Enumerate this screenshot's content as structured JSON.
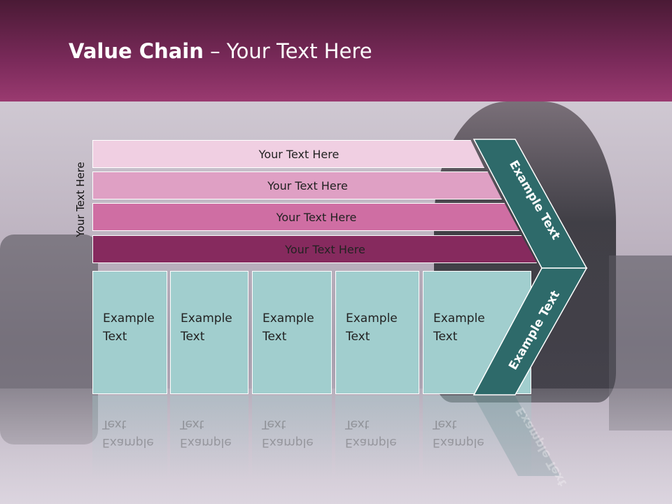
{
  "title": {
    "bold": "Value Chain",
    "rest": " – Your Text Here"
  },
  "side_label": "Your Text Here",
  "rows": [
    "Your Text Here",
    "Your Text Here",
    "Your Text Here",
    "Your Text Here"
  ],
  "boxes": [
    {
      "line1": "Example",
      "line2": "Text"
    },
    {
      "line1": "Example",
      "line2": "Text"
    },
    {
      "line1": "Example",
      "line2": "Text"
    },
    {
      "line1": "Example",
      "line2": "Text"
    },
    {
      "line1": "Example",
      "line2": "Text"
    }
  ],
  "chevron_top": "Example Text",
  "chevron_bottom": "Example Text",
  "colors": {
    "header": "#7a2a5a",
    "row1": "#f0cfe2",
    "row2": "#dfa0c4",
    "row3": "#cf6ea3",
    "row4": "#862a5e",
    "box": "#a1cece",
    "chevron": "#2e6a6a"
  }
}
